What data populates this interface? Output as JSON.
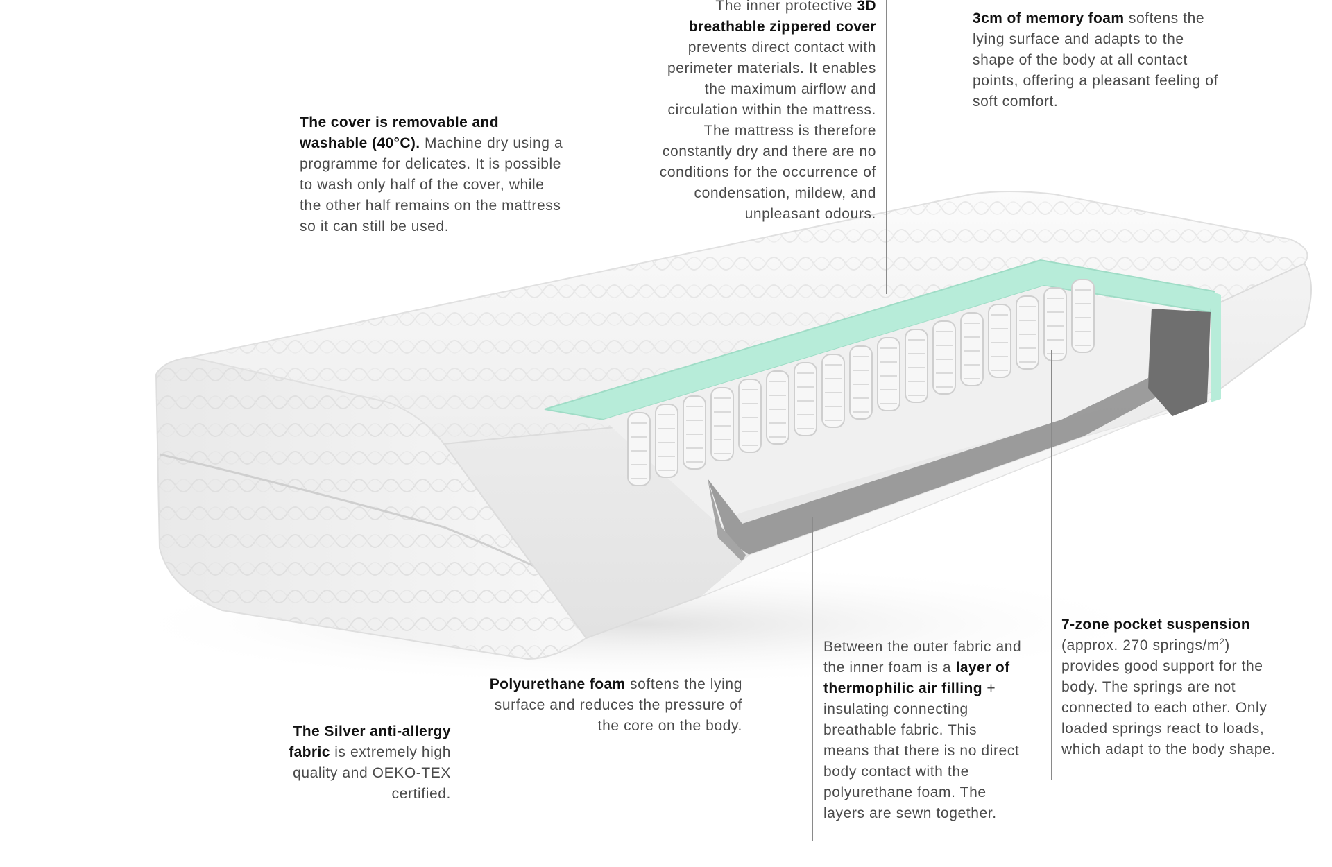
{
  "annotations": {
    "zipper_cover": {
      "prefix": "The inner protective ",
      "bold": "3D breathable zippered cover",
      "rest": " prevents direct contact with perimeter materials. It enables the maximum airflow and circulation within the mattress. The mattress is therefore constantly dry and there are no conditions for the occurrence of condensation, mildew, and unpleasant odours."
    },
    "memory_foam": {
      "bold": "3cm of memory foam",
      "rest": " softens the lying surface and adapts to the shape of the body at all contact points, offering a pleasant feeling of soft comfort."
    },
    "removable_cover": {
      "bold": "The cover is removable and washable (40°C).",
      "rest": " Machine dry using a programme for delicates. It is possible to wash only half of the cover, while the other half remains on the mattress so it can still be used."
    },
    "silver_fabric": {
      "bold": "The Silver anti-allergy fabric",
      "rest": " is extremely high quality and OEKO-TEX certified."
    },
    "polyurethane_foam": {
      "bold": "Polyurethane foam",
      "rest": " softens the lying surface and reduces the pressure of the core on the body."
    },
    "thermophilic_layer": {
      "prefix": "Between the outer fabric and the inner foam is a ",
      "bold": "layer of thermophilic air filling",
      "rest": " + insulating connecting breathable fabric. This means that there is no direct body contact with the polyurethane foam. The layers are sewn together."
    },
    "pocket_suspension": {
      "bold": "7-zone pocket suspension",
      "rest_a": " (approx. 270 springs/m",
      "sup": "2",
      "rest_b": ") provides good support for the body. The springs are not connected to each other. Only loaded springs react to loads, which adapt to the body shape."
    }
  },
  "colors": {
    "memory_foam": "#b7ecd9",
    "grey_foam": "#8d8d8d",
    "cover": "#f4f4f4",
    "leader_line": "#8a8a8a"
  }
}
